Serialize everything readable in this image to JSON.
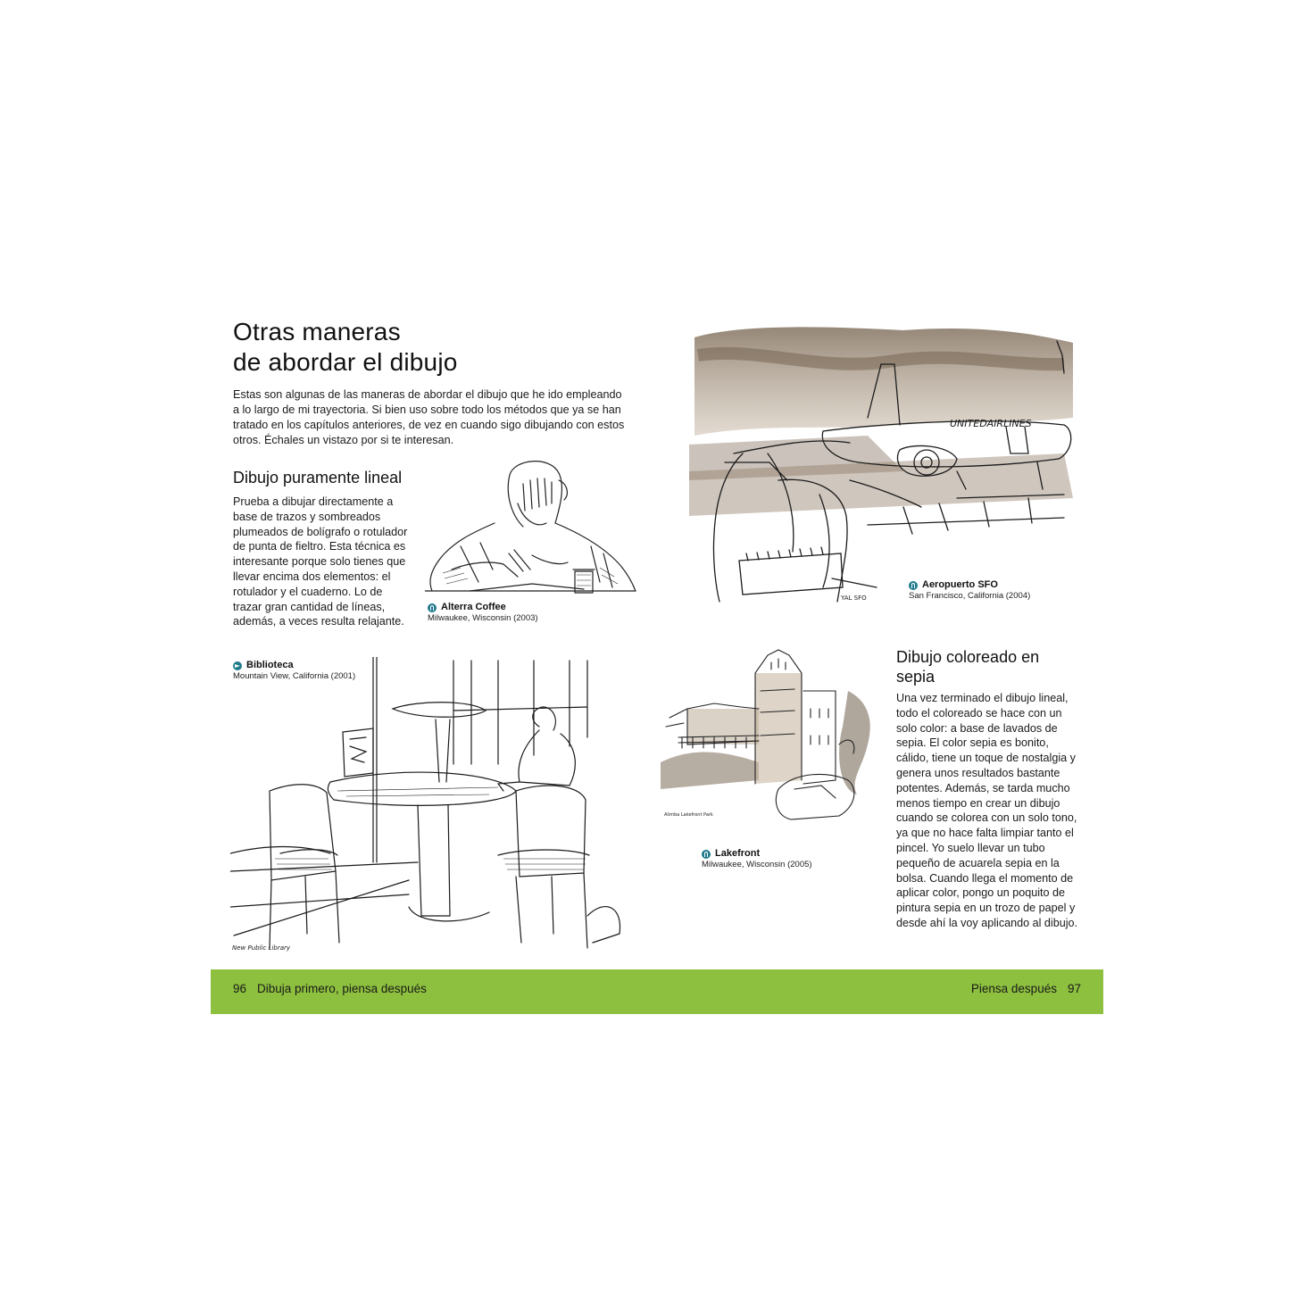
{
  "title": {
    "line1": "Otras maneras",
    "line2": "de abordar el dibujo"
  },
  "intro": "Estas son algunas de las maneras de abordar el dibujo que he ido empleando a lo largo de mi trayectoria. Si bien uso sobre todo los métodos que ya se han tratado en los capítulos anteriores, de vez en cuando sigo dibujando con estos otros. Échales un vistazo por si te interesan.",
  "section_line": {
    "heading": "Dibujo puramente lineal",
    "body": "Prueba a dibujar directamente a base de trazos y sombreados plumeados de bolígrafo o rotulador de punta de fieltro. Esta técnica es interesante porque solo tienes que llevar encima dos elementos: el rotulador y el cuaderno. Lo de trazar gran cantidad de líneas, además, a veces resulta relajante."
  },
  "section_sepia": {
    "heading": "Dibujo coloreado en sepia",
    "body": "Una vez terminado el dibujo lineal, todo el coloreado se hace con un solo color: a base de lavados de sepia. El color sepia es bonito, cálido, tiene un toque de nostalgia y genera unos resultados bastante potentes. Además, se tarda mucho menos tiempo en crear un dibujo cuando se colorea con un solo tono, ya que no hace falta limpiar tanto el pincel. Yo suelo llevar un tubo pequeño de acuarela sepia en la bolsa. Cuando llega el momento de aplicar color, pongo un poquito de pintura sepia en un trozo de papel y desde ahí la voy aplicando al dibujo."
  },
  "captions": {
    "alterra": {
      "title": "Alterra Coffee",
      "sub": "Milwaukee, Wisconsin (2003)",
      "icon": "arrow-up-icon"
    },
    "sfo": {
      "title": "Aeropuerto SFO",
      "sub": "San Francisco, California (2004)",
      "icon": "arrow-up-icon"
    },
    "biblioteca": {
      "title": "Biblioteca",
      "sub": "Mountain View, California (2001)",
      "icon": "arrow-right-icon"
    },
    "lakefront": {
      "title": "Lakefront",
      "sub": "Milwaukee, Wisconsin (2005)",
      "icon": "arrow-up-icon"
    }
  },
  "sketch_text": {
    "airline": "UNITEDAIRLINES",
    "sfo_sign": "YAL SFO",
    "library_sign": "New Public Library",
    "lakefront_note": "Alimba Lakefront Park"
  },
  "footer": {
    "left_page": "96",
    "left_title": "Dibuja primero, piensa después",
    "right_title": "Piensa después",
    "right_page": "97"
  },
  "colors": {
    "footer_bg": "#8dc03e",
    "icon_teal": "#1f7a8c",
    "sepia": "#7a6a58"
  }
}
